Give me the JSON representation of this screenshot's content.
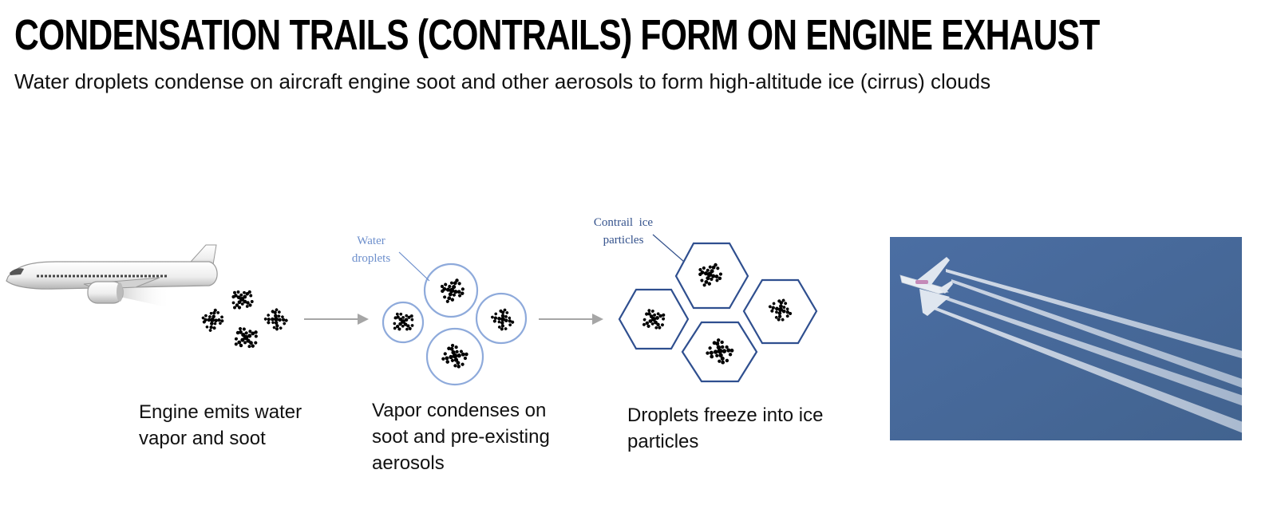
{
  "slide": {
    "title": "CONDENSATION TRAILS (CONTRAILS) FORM ON ENGINE EXHAUST",
    "subtitle": "Water droplets condense on aircraft engine soot and other aerosols to form high-altitude ice (cirrus) clouds"
  },
  "steps": [
    {
      "caption": "Engine emits water vapor and soot"
    },
    {
      "caption": "Vapor condenses on soot and pre-existing aerosols"
    },
    {
      "caption": "Droplets freeze into ice particles"
    }
  ],
  "annotations": {
    "water_droplets": [
      "Water",
      "droplets"
    ],
    "contrail_ice": [
      "Contrail  ice",
      "particles"
    ]
  },
  "colors": {
    "droplet_outline": "#8eaadb",
    "ice_outline": "#2f4f8f",
    "arrow": "#a6a6a6",
    "sky": "#48699a",
    "water_label": "#6d8fcc",
    "ice_label": "#34528c"
  }
}
